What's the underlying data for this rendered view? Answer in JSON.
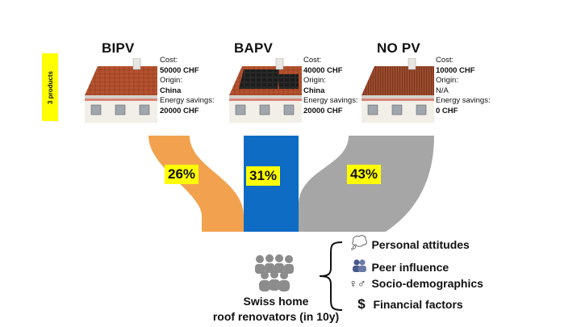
{
  "side_tag": "3 products",
  "products": [
    {
      "name": "BIPV",
      "cost_label": "Cost:",
      "cost": "50000 CHF",
      "origin_label": "Origin:",
      "origin": "China",
      "savings_label": "Energy savings:",
      "savings": "20000 CHF",
      "roof_type": "tiled-roof-with-integrated-pv"
    },
    {
      "name": "BAPV",
      "cost_label": "Cost:",
      "cost": "40000 CHF",
      "origin_label": "Origin:",
      "origin": "China",
      "savings_label": "Energy savings:",
      "savings": "20000 CHF",
      "roof_type": "tiled-roof-with-mounted-panels"
    },
    {
      "name": "NO PV",
      "cost_label": "Cost:",
      "cost": "10000 CHF",
      "origin_label": "Origin:",
      "origin": "N/A",
      "savings_label": "Energy savings:",
      "savings": "0 CHF",
      "roof_type": "plain-tiled-roof"
    }
  ],
  "shares": [
    {
      "product": "BIPV",
      "label": "26%",
      "value": 26,
      "color": "#f2a24e"
    },
    {
      "product": "BAPV",
      "label": "31%",
      "value": 31,
      "color": "#0e6cc4"
    },
    {
      "product": "NO PV",
      "label": "43%",
      "value": 43,
      "color": "#a6a6a6"
    }
  ],
  "population": {
    "line1": "Swiss home",
    "line2": "roof renovators (in 10y)",
    "icon": "people-group-icon"
  },
  "factors": [
    {
      "label": "Personal attitudes",
      "icon": "thought-bubble-icon"
    },
    {
      "label": "Peer influence",
      "icon": "two-people-icon"
    },
    {
      "label": "Socio-demographics",
      "icon": "gender-icon",
      "glyph": "♀♂"
    },
    {
      "label": "Financial factors",
      "icon": "dollar-icon",
      "glyph": "$"
    }
  ],
  "colors": {
    "highlight": "#ffff00",
    "roof_tile": "#b5522e",
    "roof_dark": "#6e2f1c",
    "panel": "#111111",
    "wall": "#f2efe8",
    "brick": "#d9857a",
    "icon_gray": "#8c8c8c"
  }
}
